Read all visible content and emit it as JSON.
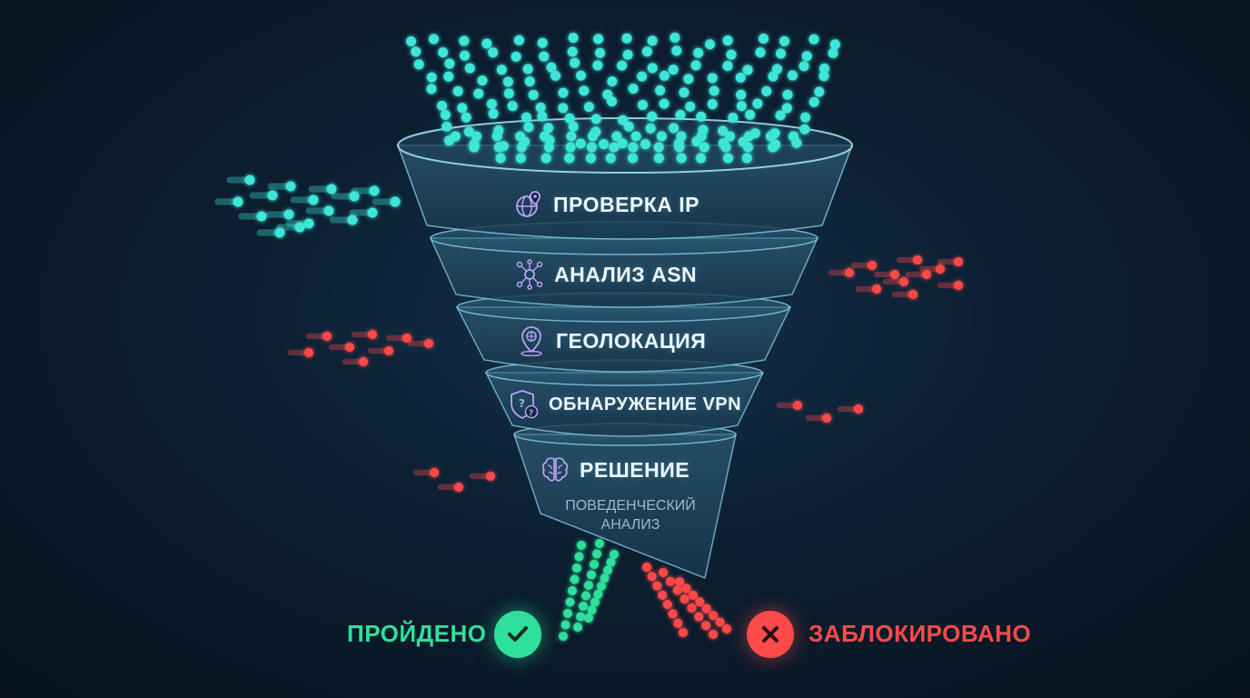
{
  "stages": [
    {
      "id": "ip",
      "label": "ПРОВЕРКА IP",
      "icon": "globe-location-icon"
    },
    {
      "id": "asn",
      "label": "АНАЛИЗ ASN",
      "icon": "network-nodes-icon"
    },
    {
      "id": "geo",
      "label": "ГЕОЛОКАЦИЯ",
      "icon": "map-pin-icon"
    },
    {
      "id": "vpn",
      "label": "ОБНАРУЖЕНИЕ VPN",
      "icon": "shield-question-icon"
    },
    {
      "id": "decision",
      "label": "РЕШЕНИЕ",
      "icon": "brain-icon",
      "sublabel_line1": "ПОВЕДЕНЧЕСКИЙ",
      "sublabel_line2": "АНАЛИЗ"
    }
  ],
  "outcomes": {
    "passed": {
      "label": "ПРОЙДЕНО",
      "icon": "checkmark-icon",
      "color": "#2fe09a"
    },
    "blocked": {
      "label": "ЗАБЛОКИРОВАНО",
      "icon": "x-icon",
      "color": "#ff4a4a"
    }
  },
  "colors": {
    "traffic": "#3ee6d8",
    "rejected": "#ff4a4a",
    "funnel_edge": "#8fd8ee"
  }
}
